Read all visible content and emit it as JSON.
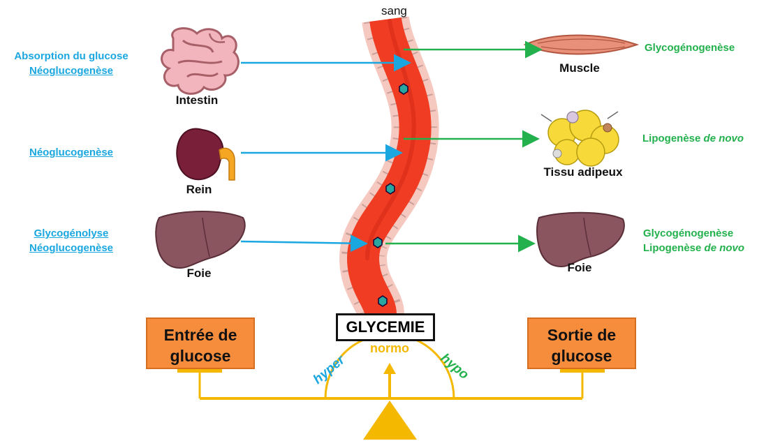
{
  "vessel_label": "sang",
  "left": {
    "intestin": {
      "name": "Intestin",
      "process_1": "Absorption du glucose",
      "process_2": "Néoglucogenèse"
    },
    "rein": {
      "name": "Rein",
      "process_1": "Néoglucogenèse"
    },
    "foie": {
      "name": "Foie",
      "process_1": "Glycogénolyse",
      "process_2": "Néoglucogenèse"
    }
  },
  "right": {
    "muscle": {
      "name": "Muscle",
      "process_1": "Glycogénogenèse"
    },
    "tissu": {
      "name": "Tissu adipeux",
      "process_1": "Lipogenèse ",
      "process_1_italic": "de novo"
    },
    "foie": {
      "name": "Foie",
      "process_1": "Glycogénogenèse",
      "process_2": "Lipogenèse ",
      "process_2_italic": "de novo"
    }
  },
  "balance": {
    "glycemie": "GLYCEMIE",
    "entree": "Entrée de glucose",
    "sortie": "Sortie de glucose",
    "hyper": "hyper",
    "normo": "normo",
    "hypo": "hypo"
  },
  "colors": {
    "input_arrow": "#1aa7e0",
    "output_arrow": "#22b14c",
    "box_fill": "#f58d3d",
    "balance": "#f5b800",
    "vessel": "#f03c23"
  }
}
